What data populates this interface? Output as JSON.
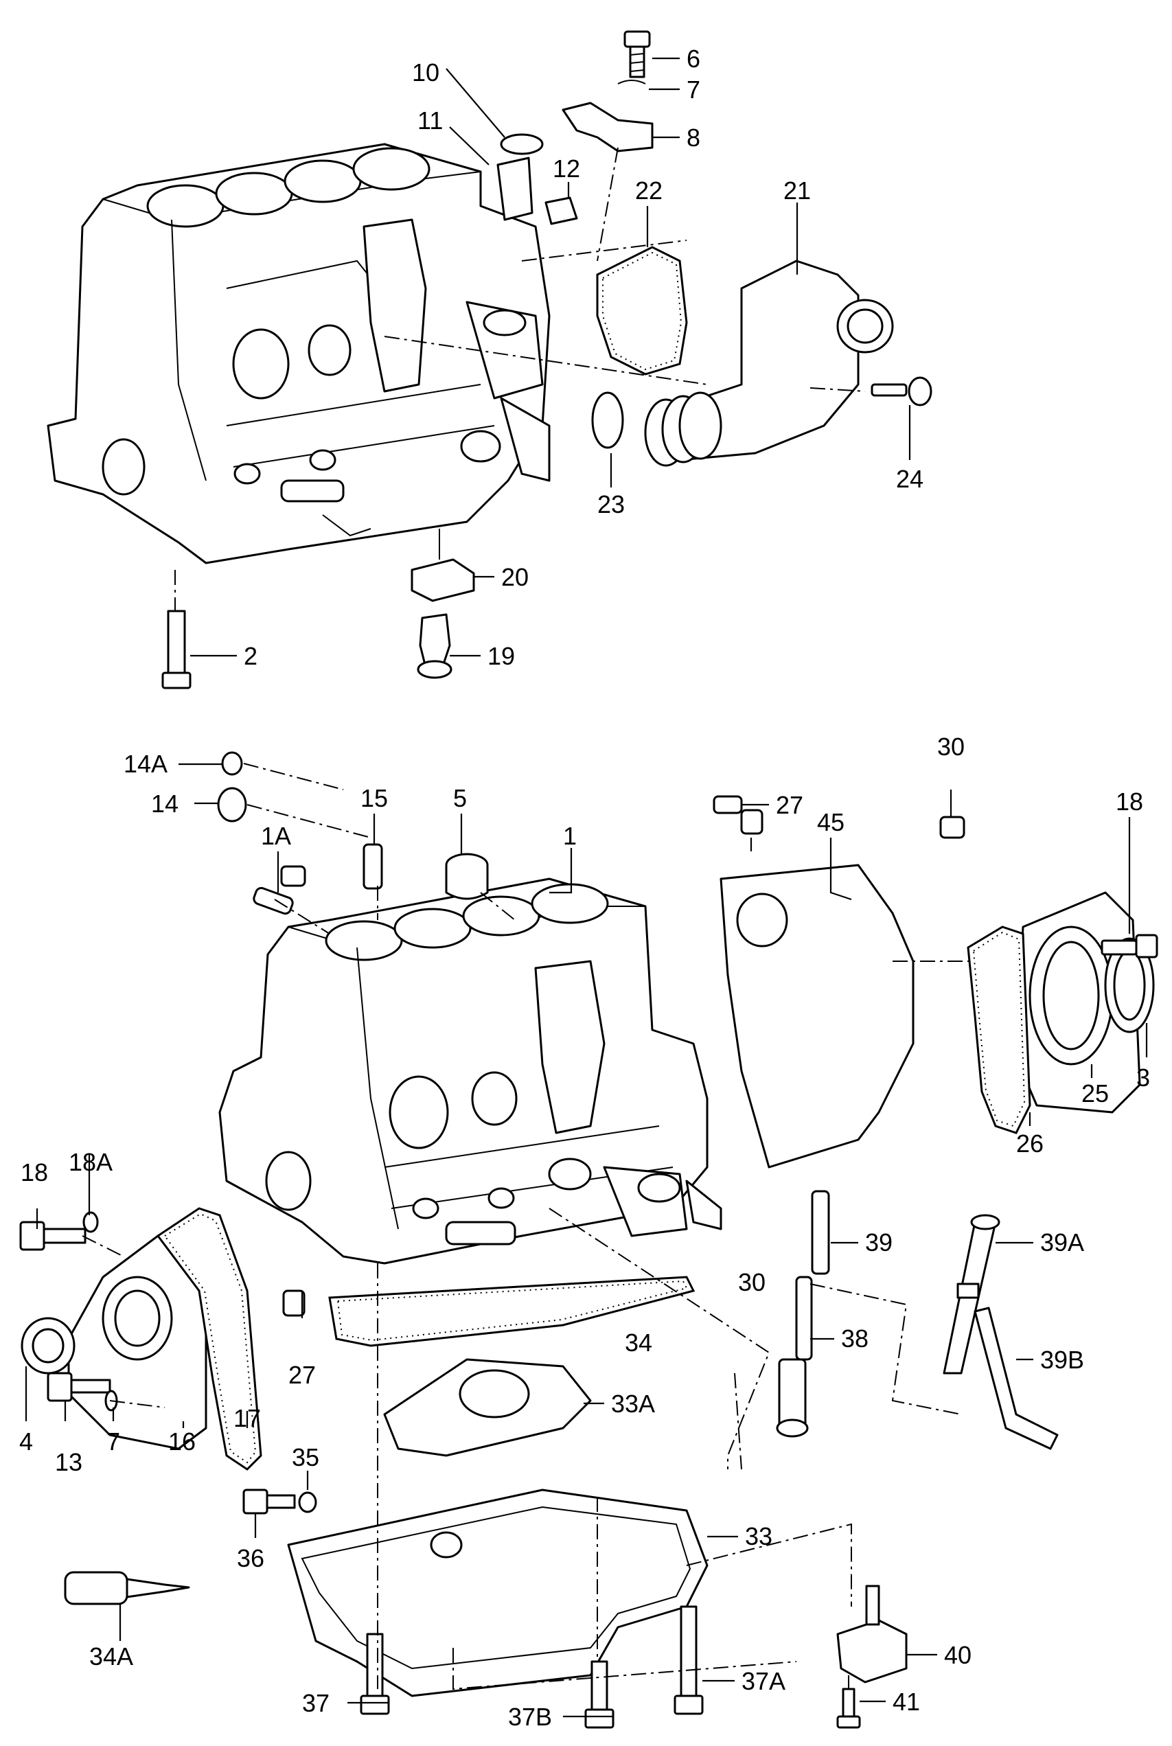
{
  "callouts": {
    "c1": "1",
    "c1A": "1A",
    "c2": "2",
    "c3": "3",
    "c4": "4",
    "c5": "5",
    "c6": "6",
    "c7a": "7",
    "c7b": "7",
    "c8": "8",
    "c10": "10",
    "c11": "11",
    "c12": "12",
    "c13": "13",
    "c14": "14",
    "c14A": "14A",
    "c15": "15",
    "c16": "16",
    "c17": "17",
    "c18a": "18",
    "c18b": "18",
    "c18A": "18A",
    "c19": "19",
    "c20": "20",
    "c21": "21",
    "c22": "22",
    "c23": "23",
    "c24": "24",
    "c25": "25",
    "c26": "26",
    "c27a": "27",
    "c27b": "27",
    "c30a": "30",
    "c30b": "30",
    "c33": "33",
    "c33A": "33A",
    "c34": "34",
    "c34A": "34A",
    "c35": "35",
    "c36": "36",
    "c37": "37",
    "c37A": "37A",
    "c37B": "37B",
    "c38": "38",
    "c39": "39",
    "c39A": "39A",
    "c39B": "39B",
    "c40": "40",
    "c41": "41",
    "c45": "45"
  }
}
